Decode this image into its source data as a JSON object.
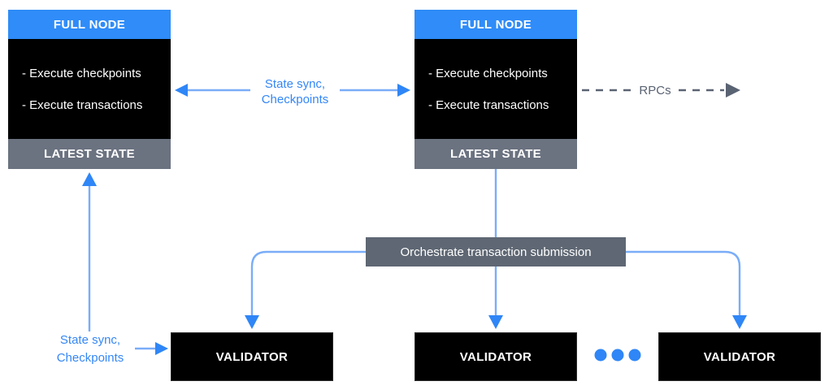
{
  "colors": {
    "blue-header": "#2f8cf8",
    "gray-footer": "#6b7280",
    "gray-box": "#5e6773",
    "label-blue": "#3487f6",
    "line-blue": "#7aadf8",
    "arrow-blue": "#2f86f6",
    "rpc-gray": "#5a6372",
    "node-black": "#000000"
  },
  "full_nodes": [
    {
      "header": "FULL NODE",
      "items": [
        "- Execute checkpoints",
        "- Execute transactions"
      ],
      "footer": "LATEST STATE"
    },
    {
      "header": "FULL NODE",
      "items": [
        "- Execute checkpoints",
        "- Execute transactions"
      ],
      "footer": "LATEST STATE"
    }
  ],
  "validators": [
    {
      "label": "VALIDATOR"
    },
    {
      "label": "VALIDATOR"
    },
    {
      "label": "VALIDATOR"
    }
  ],
  "edges": {
    "node_sync_label_line1": "State sync,",
    "node_sync_label_line2": "Checkpoints",
    "rpcs_label": "RPCs",
    "orchestrate_label": "Orchestrate transaction submission",
    "validator_sync_label_line1": "State sync,",
    "validator_sync_label_line2": "Checkpoints",
    "more_validators_icon": "ellipsis-dots"
  }
}
